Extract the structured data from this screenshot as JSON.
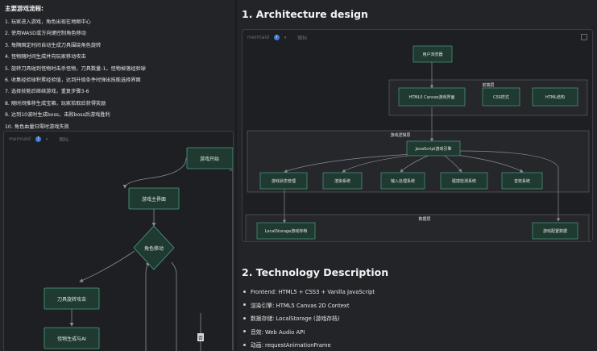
{
  "left": {
    "section_title": "主要游戏流程:",
    "steps": [
      "1. 玩家进入游戏，角色出现在地图中心",
      "2. 使用WASD或方向键控制角色移动",
      "3. 每隔固定时间自动生成刀具围绕角色旋转",
      "4. 怪物随时间生成并向玩家移动攻击",
      "5. 旋转刀具碰到怪物时击杀怪物，刀具数量-1，怪物掉落经验球",
      "6. 收集经验球积累经验值，达到升级条件时弹出技能选择界面",
      "7. 选择技能后继续游戏，重复步骤3-6",
      "8. 随时间推移生成宝箱，玩家拾取后获得奖励",
      "9. 达到10波时生成boss，击败boss后游戏胜利",
      "10. 角色血量归零时游戏失败"
    ],
    "mermaid": {
      "label": "mermaid",
      "tab": "图标",
      "nodes": {
        "start": "游戏开始",
        "main": "游戏主界面",
        "move": "角色移动",
        "knife": "刀具旋转攻击",
        "monster": "怪物生成与AI"
      },
      "edge_label": "否"
    }
  },
  "right": {
    "architecture_heading": "1. Architecture design",
    "mermaid": {
      "label": "mermaid",
      "tab": "图标",
      "user": "用户浏览器",
      "render_layer": {
        "title": "前端层",
        "nodes": [
          "HTML5 Canvas游戏界面",
          "CSS样式",
          "HTML结构"
        ]
      },
      "logic_layer": {
        "title": "游戏逻辑层",
        "engine": "JavaScript游戏引擎",
        "nodes": [
          "游戏状态管理",
          "渲染系统",
          "输入处理系统",
          "碰撞检测系统",
          "音效系统"
        ]
      },
      "data_layer": {
        "title": "数据层",
        "nodes": [
          "LocalStorage游戏存档",
          "游戏配置数据"
        ]
      }
    },
    "tech_heading": "2. Technology Description",
    "tech_items": [
      "Frontend: HTML5 + CSS3 + Vanilla JavaScript",
      "渲染引擎: HTML5 Canvas 2D Context",
      "数据存储: LocalStorage (游戏存档)",
      "音效: Web Audio API",
      "动画: requestAnimationFrame"
    ]
  },
  "colors": {
    "page_bg": "#1b1c20",
    "panel_bg": "#232428",
    "diagram_bg": "#1e1f23",
    "node_fill": "#1f3a31",
    "node_stroke": "#4f9d81",
    "edge": "#8a8d94",
    "cluster_fill": "#26272b",
    "cluster_stroke": "#5a5d64",
    "accent": "#3f7fd6"
  }
}
